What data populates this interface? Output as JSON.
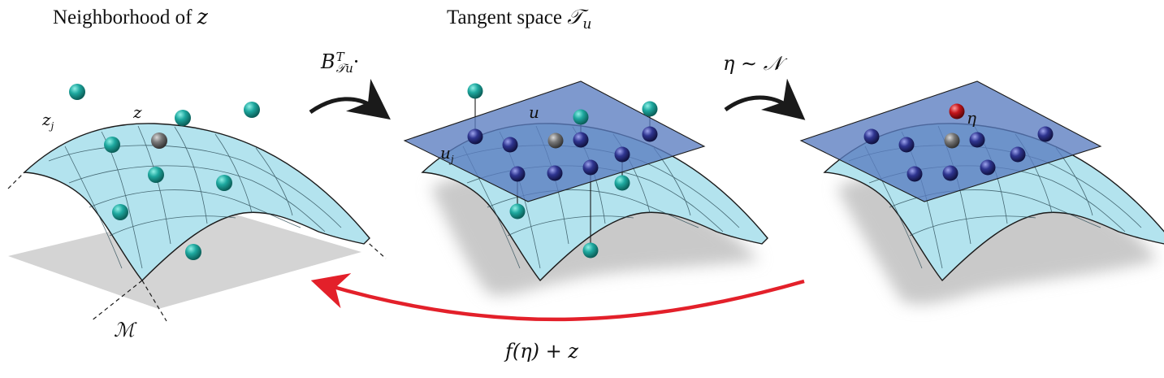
{
  "labels": {
    "neighborhood": "Neighborhood of ",
    "neighborhood_var": "z",
    "tangent": "Tangent space ",
    "tangent_var": "𝒯",
    "tangent_sub": "u",
    "proj_base": "B",
    "proj_sup": "T",
    "proj_sub": "𝒯u",
    "proj_dot": "·",
    "sample": "η ∼ 𝒩",
    "z_j": "z",
    "z_j_sub": "j",
    "z": "z",
    "u": "u",
    "u_j": "u",
    "u_j_sub": "j",
    "eta": "η",
    "manifold": "ℳ",
    "map_back": "f(η) + z"
  },
  "colors": {
    "surface": "#b3e3ee",
    "plane": "#5a7cc0",
    "shadow": "#d4d4d4",
    "teal_point": "#1aa39a",
    "gray_point": "#6e6e6e",
    "blue_point": "#2b2f78",
    "red_point": "#c4161c",
    "red_arrow": "#e3202a",
    "black_arrow": "#1a1a1a"
  }
}
